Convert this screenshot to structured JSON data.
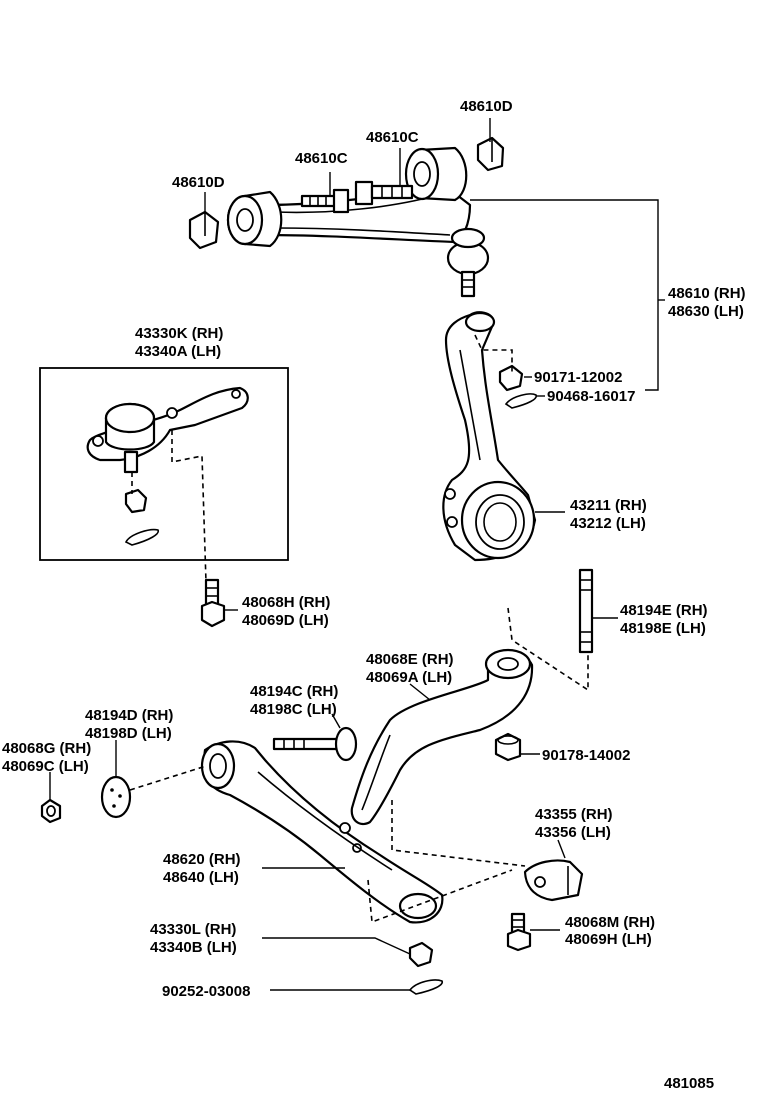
{
  "labels": {
    "upper_nut_d_right": "48610D",
    "upper_bolt_c_right": "48610C",
    "upper_bolt_c_left": "48610C",
    "upper_nut_d_left": "48610D",
    "upper_arm_rh": "48610 (RH)",
    "upper_arm_lh": "48630 (LH)",
    "ball_joint_rh": "43330K (RH)",
    "ball_joint_lh": "43340A (LH)",
    "nut_90171": "90171-12002",
    "pin_90468": "90468-16017",
    "knuckle_rh": "43211 (RH)",
    "knuckle_lh": "43212 (LH)",
    "bolt_48068h_rh": "48068H (RH)",
    "bolt_48069d_lh": "48069D (LH)",
    "stud_48194e_rh": "48194E (RH)",
    "stud_48198e_lh": "48198E (LH)",
    "strut_arm_rh": "48068E (RH)",
    "strut_arm_lh": "48069A (LH)",
    "bolt_48194c_rh": "48194C (RH)",
    "bolt_48198c_lh": "48198C (LH)",
    "washer_48194d_rh": "48194D (RH)",
    "washer_48198d_lh": "48198D (LH)",
    "nut_48068g_rh": "48068G (RH)",
    "nut_48069c_lh": "48069C (LH)",
    "nut_90178": "90178-14002",
    "bracket_rh": "43355 (RH)",
    "bracket_lh": "43356 (LH)",
    "lower_arm_rh": "48620 (RH)",
    "lower_arm_lh": "48640 (LH)",
    "bolt_48068m_rh": "48068M (RH)",
    "bolt_48069h_lh": "48069H (LH)",
    "lower_ball_nut_rh": "43330L (RH)",
    "lower_ball_nut_lh": "43340B (LH)",
    "cotter_pin": "90252-03008",
    "diagram_number": "481085"
  }
}
